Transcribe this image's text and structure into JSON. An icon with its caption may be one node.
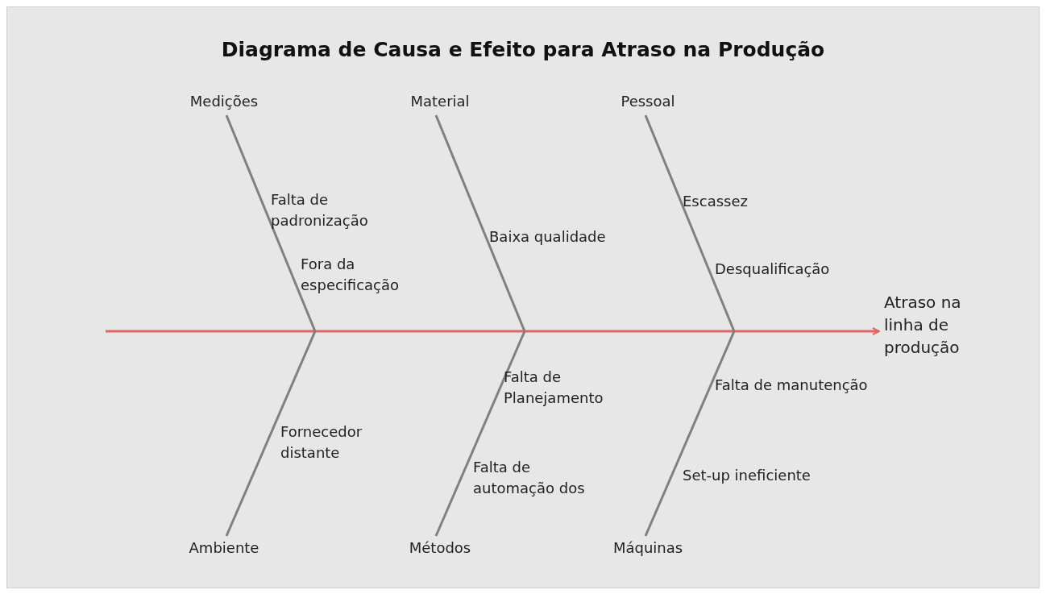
{
  "diagram": {
    "title": "Diagrama de Causa e Efeito para Atraso na Produção",
    "nodes": [
      {
        "text": [
          "Medições"
        ]
      },
      {
        "text": [
          "Material"
        ]
      },
      {
        "text": [
          "Pessoal"
        ]
      },
      {
        "text": [
          "Ambiente"
        ]
      },
      {
        "text": [
          "Métodos"
        ]
      },
      {
        "text": [
          "Máquinas"
        ]
      },
      {
        "text": [
          "Atraso na linha de produção"
        ]
      }
    ],
    "edges": [
      {
        "from": null,
        "to": 6,
        "arrow": "to",
        "color": "#e06666"
      },
      {
        "from": 0,
        "to": null,
        "arrow": "none"
      },
      {
        "from": 1,
        "to": null,
        "arrow": "none"
      },
      {
        "from": 2,
        "to": null,
        "arrow": "none"
      },
      {
        "from": 3,
        "to": null,
        "arrow": "none"
      },
      {
        "from": 4,
        "to": null,
        "arrow": "none"
      },
      {
        "from": 5,
        "to": null,
        "arrow": "none"
      }
    ],
    "labels": [
      "Falta de padronização",
      "Fora da especificação",
      "Baixa qualidade",
      "Escassez",
      "Desqualificação",
      "Fornecedor distante",
      "Falta de Planejamento",
      "Falta de automação dos",
      "Falta de manutenção",
      "Set-up ineficiente"
    ]
  }
}
